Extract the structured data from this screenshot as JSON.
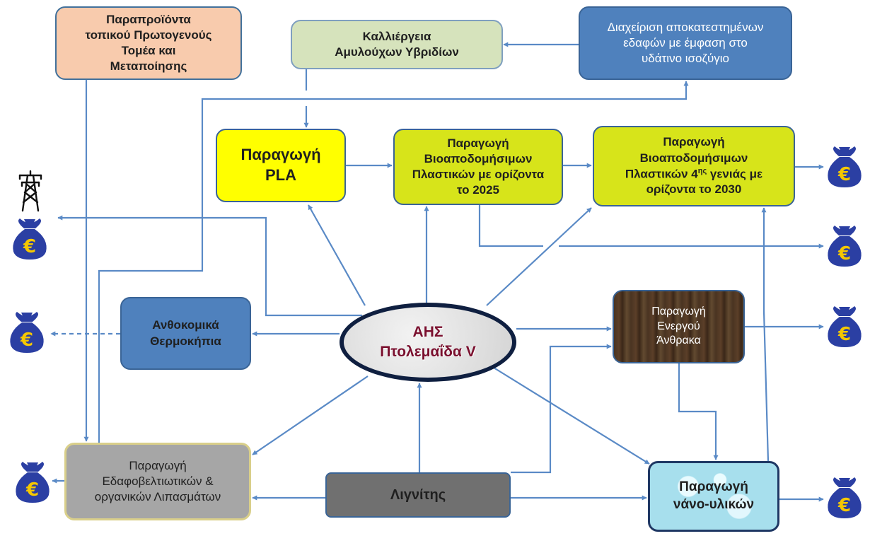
{
  "nodes": {
    "byproducts": {
      "lines": [
        "Παραπροϊόντα",
        "τοπικού Πρωτογενούς",
        "Τομέα και",
        "Μεταποίησης"
      ]
    },
    "cultivation": {
      "lines": [
        "Καλλιέργεια",
        "Αμυλούχων Υβριδίων"
      ]
    },
    "soil_mgmt": {
      "lines": [
        "Διαχείριση αποκατεστημένων",
        "εδαφών  με  έμφαση στο",
        "υδάτινο ισοζύγιο"
      ]
    },
    "pla": {
      "lines": [
        "Παραγωγή",
        "PLA"
      ]
    },
    "bio2025": {
      "lines": [
        "Παραγωγή",
        "Βιοαποδομήσιμων",
        "Πλαστικών με ορίζοντα",
        "το 2025"
      ]
    },
    "bio2030": {
      "line1": "Παραγωγή",
      "line2": "Βιοαποδομήσιμων",
      "line3_pre": "Πλαστικών  4",
      "line3_sup": "ης",
      "line3_post": " γενιάς με",
      "line4": "ορίζοντα το 2030"
    },
    "greenhouses": {
      "lines": [
        "Ανθοκομικά",
        "Θερμοκήπια"
      ]
    },
    "center": {
      "lines": [
        "ΑΗΣ",
        "Πτολεμαΐδα V"
      ]
    },
    "active_carbon": {
      "lines": [
        "Παραγωγή",
        "Ενεργού",
        "Άνθρακα"
      ]
    },
    "fertilizers": {
      "lines": [
        "Παραγωγή",
        "Εδαφοβελτιωτικών &",
        "οργανικών Λιπασμάτων"
      ]
    },
    "lignite": {
      "lines": [
        "Λιγνίτης"
      ]
    },
    "nano": {
      "lines": [
        "Παραγωγή",
        "νάνο-υλικών"
      ]
    }
  },
  "money_symbol": "€",
  "icons": {
    "money": "money-bag-icon",
    "power": "power-pylon-icon"
  },
  "colors": {
    "arrow": "#5a8ac6",
    "bag": "#2b3fa3",
    "euro": "#f5c800",
    "ellipse_border": "#0f1f40",
    "center_text": "#7a0f2e"
  }
}
